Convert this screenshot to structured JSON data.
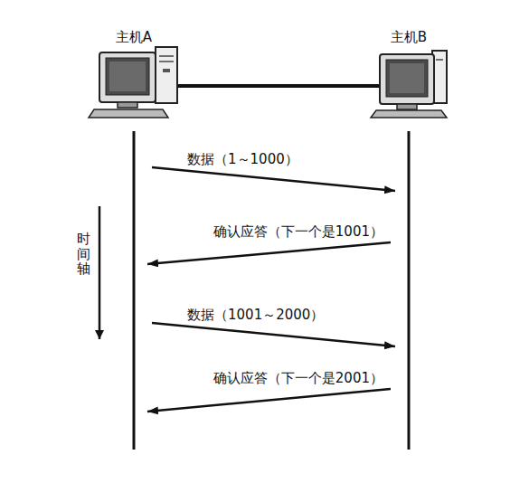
{
  "diagram": {
    "nodes": [
      {
        "text": [
          "主机A"
        ]
      },
      {
        "text": [
          "主机B"
        ]
      }
    ],
    "edges": [
      {
        "from": 0,
        "to": 1,
        "arrow": "to",
        "label": "数据（1～1000）"
      },
      {
        "from": 1,
        "to": 0,
        "arrow": "to",
        "label": "确认应答（下一个是1001）"
      },
      {
        "from": 0,
        "to": 1,
        "arrow": "to",
        "label": "数据（1001～2000）"
      },
      {
        "from": 1,
        "to": 0,
        "arrow": "to",
        "label": "确认应答（下一个是2001）"
      }
    ],
    "labels": [
      "时间轴"
    ]
  }
}
